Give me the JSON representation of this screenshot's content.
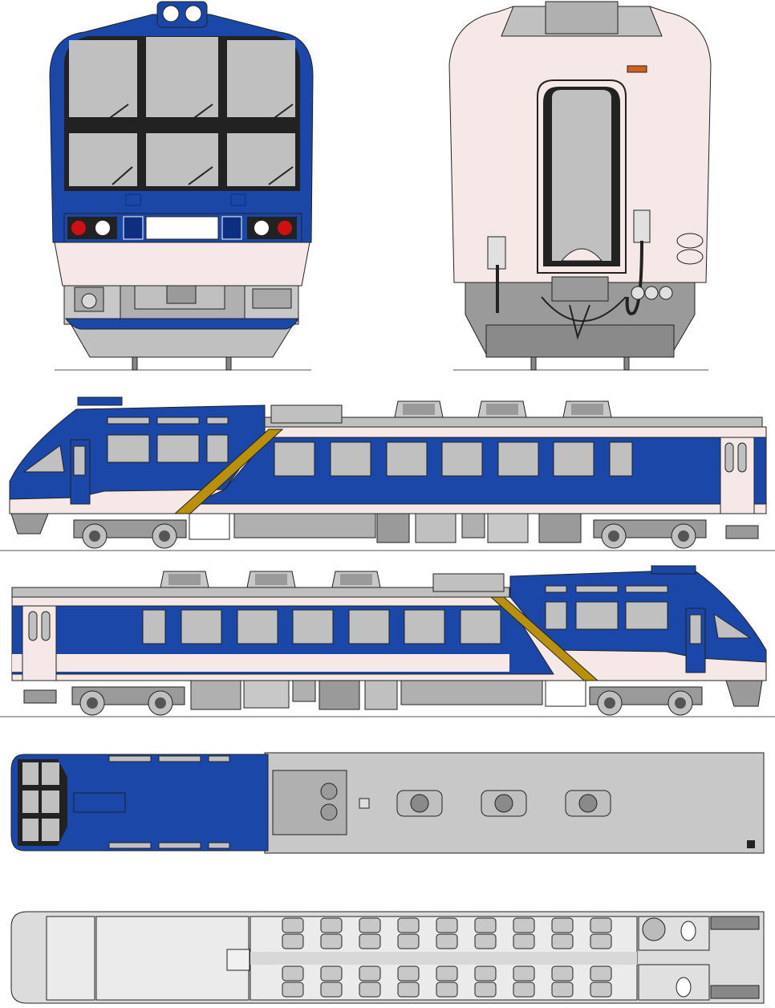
{
  "palette": {
    "blue": "#1a47a8",
    "cream": "#f7e8e8",
    "gray": "#c0c0c0",
    "darkgray": "#9a9a9a",
    "gold": "#b8900a",
    "window": "#c0c0c0",
    "red": "#d01010",
    "outline": "#222222"
  },
  "views": [
    "front-end",
    "rear-end",
    "side-left",
    "side-right",
    "roof-plan",
    "floor-plan"
  ],
  "floor_plan": {
    "seat_columns": 9,
    "seat_rows": 4
  },
  "side_view": {
    "body_windows": 7,
    "roof_ac_units": 3
  }
}
